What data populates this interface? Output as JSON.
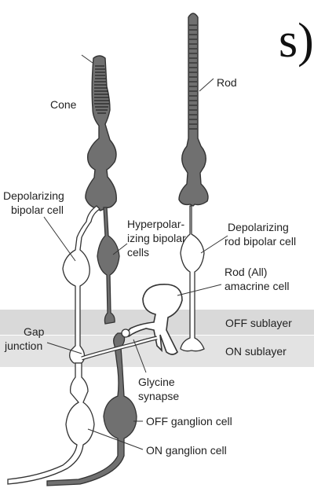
{
  "heading_fragment": "s)",
  "labels": {
    "cone": "Cone",
    "rod": "Rod",
    "depolarizing_bipolar": [
      "Depolarizing",
      "bipolar cell"
    ],
    "hyperpolarizing_bipolar": [
      "Hyperpolar-",
      "izing bipolar",
      "cells"
    ],
    "depolarizing_rod_bipolar": [
      "Depolarizing",
      "rod bipolar cell"
    ],
    "rod_amacrine": [
      "Rod (All)",
      "amacrine cell"
    ],
    "off_sublayer": "OFF sublayer",
    "on_sublayer": "ON sublayer",
    "gap_junction": [
      "Gap",
      "junction"
    ],
    "glycine_synapse": [
      "Glycine",
      "synapse"
    ],
    "off_ganglion": "OFF ganglion cell",
    "on_ganglion": "ON ganglion cell"
  },
  "colors": {
    "band": "#d8d8d8",
    "cell_dark": "#6f6f6f",
    "cell_light": "#ffffff",
    "outline": "#333333"
  }
}
